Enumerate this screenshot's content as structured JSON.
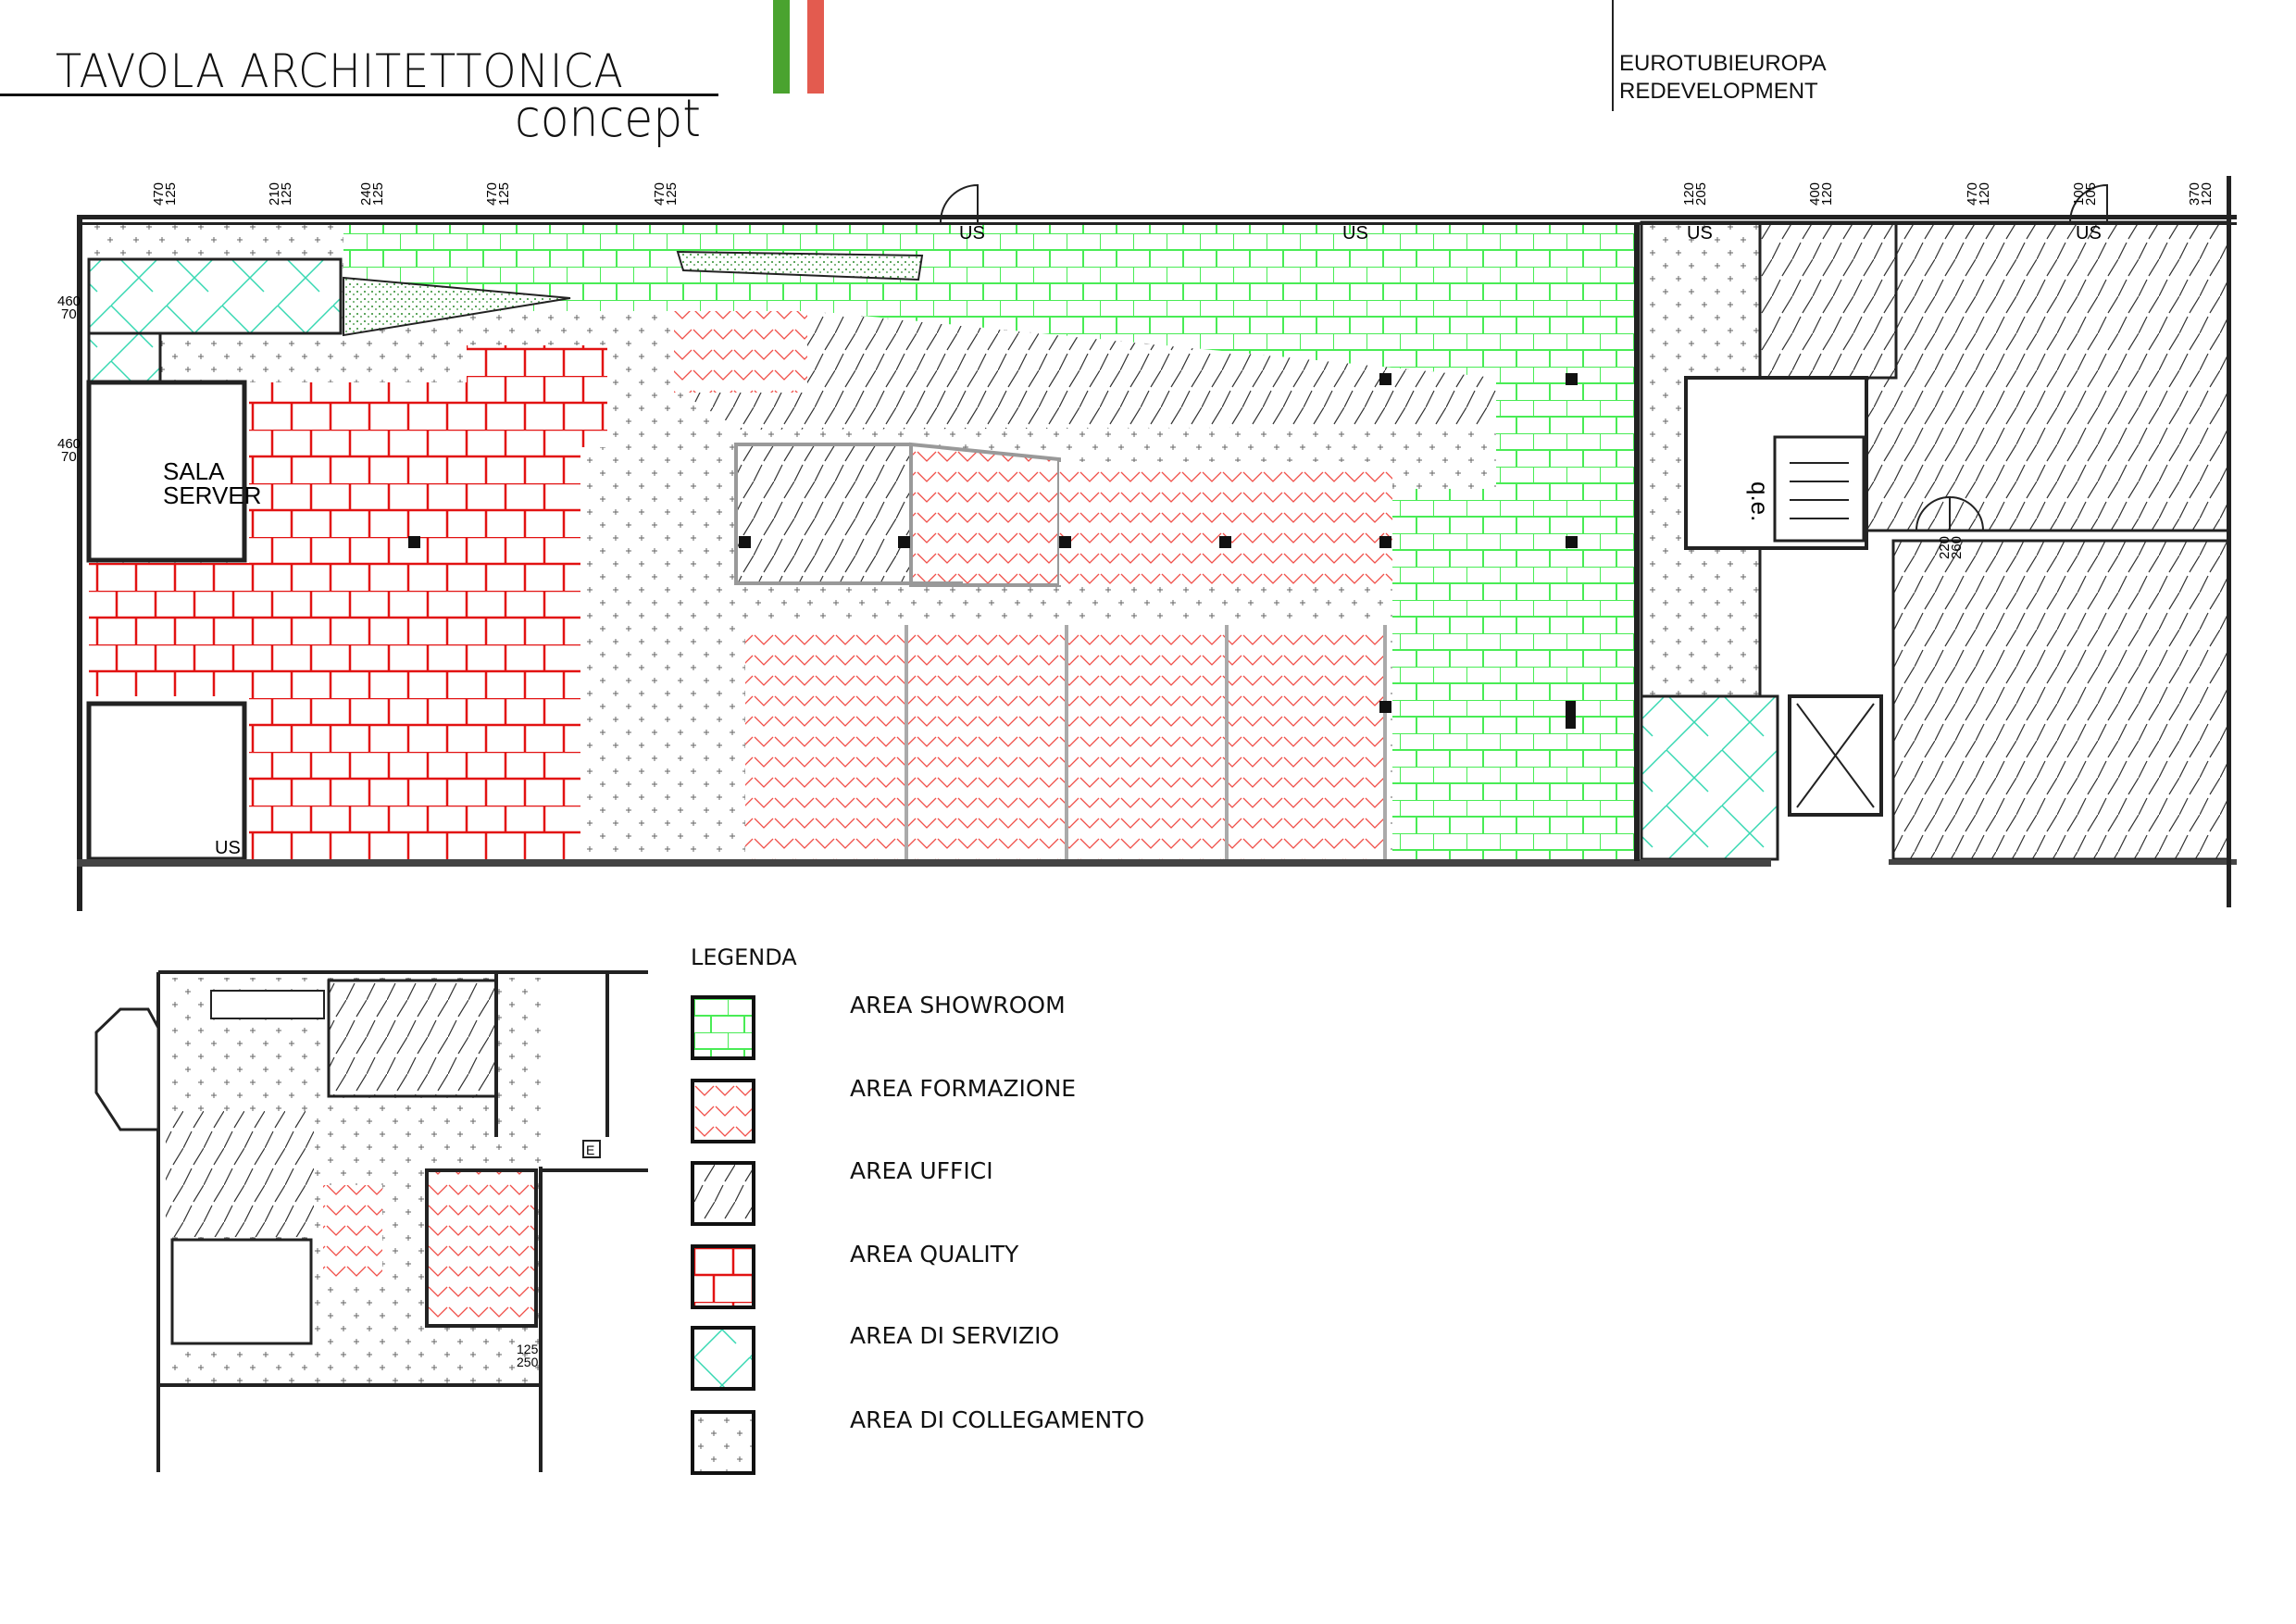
{
  "header": {
    "title": "TAVOLA ARCHITETTONICA",
    "subtitle": "concept",
    "client_line1": "EUROTUBIEUROPA",
    "client_line2": "REDEVELOPMENT",
    "flag_colors": [
      "#4aa32f",
      "#e35b4f"
    ]
  },
  "plan": {
    "room_label_1": "SALA",
    "room_label_2": "SERVER",
    "qe_label": "q.e.",
    "us_label": "US",
    "small_plan_marker": "E",
    "dimensions_top": [
      {
        "a": "470",
        "b": "125"
      },
      {
        "a": "210",
        "b": "125"
      },
      {
        "a": "240",
        "b": "125"
      },
      {
        "a": "470",
        "b": "125"
      },
      {
        "a": "470",
        "b": "125"
      },
      {
        "a": "120",
        "b": "205"
      },
      {
        "a": "400",
        "b": "120"
      },
      {
        "a": "470",
        "b": "120"
      },
      {
        "a": "100",
        "b": "205"
      },
      {
        "a": "370",
        "b": "120"
      }
    ],
    "dimensions_side": [
      {
        "a": "460",
        "b": "70"
      },
      {
        "a": "460",
        "b": "70"
      }
    ],
    "dimension_double_door": {
      "a": "220",
      "b": "260"
    },
    "dimension_small_plan": {
      "a": "125",
      "b": "250"
    }
  },
  "legend": {
    "title": "LEGENDA",
    "items": [
      {
        "label": "AREA SHOWROOM",
        "pattern": "green-brick",
        "color": "#3ee84a"
      },
      {
        "label": "AREA FORMAZIONE",
        "pattern": "red-chevron",
        "color": "#f0504a"
      },
      {
        "label": "AREA UFFICI",
        "pattern": "black-diagonal",
        "color": "#222222"
      },
      {
        "label": "AREA QUALITY",
        "pattern": "red-brick",
        "color": "#e01010"
      },
      {
        "label": "AREA DI SERVIZIO",
        "pattern": "cyan-herringbone",
        "color": "#36d6b0"
      },
      {
        "label": "AREA DI COLLEGAMENTO",
        "pattern": "grey-cross",
        "color": "#777777"
      }
    ]
  }
}
